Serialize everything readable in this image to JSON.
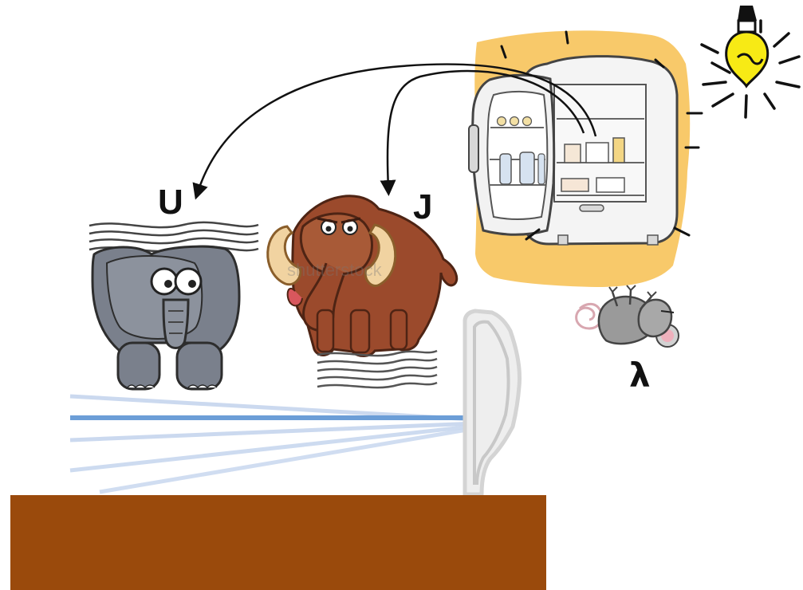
{
  "labels": {
    "elephant": "U",
    "mammoth": "J",
    "mouse": "λ"
  },
  "watermark": "shutterstock",
  "colors": {
    "ground": "#9a4a0c",
    "elephant_body": "#7a808c",
    "mammoth_body": "#9b4a2c",
    "fridge_glow": "#f8c96a",
    "bulb": "#f7ea15",
    "mouse_body": "#9a9a9a",
    "light_beam": "#6c9ed7",
    "arrow": "#111111"
  },
  "icons": [
    "elephant-illustration",
    "mammoth-illustration",
    "open-refrigerator-illustration",
    "light-bulb-icon",
    "mouse-illustration",
    "door-handle-shape",
    "arrow-to-elephant",
    "arrow-to-mammoth"
  ]
}
